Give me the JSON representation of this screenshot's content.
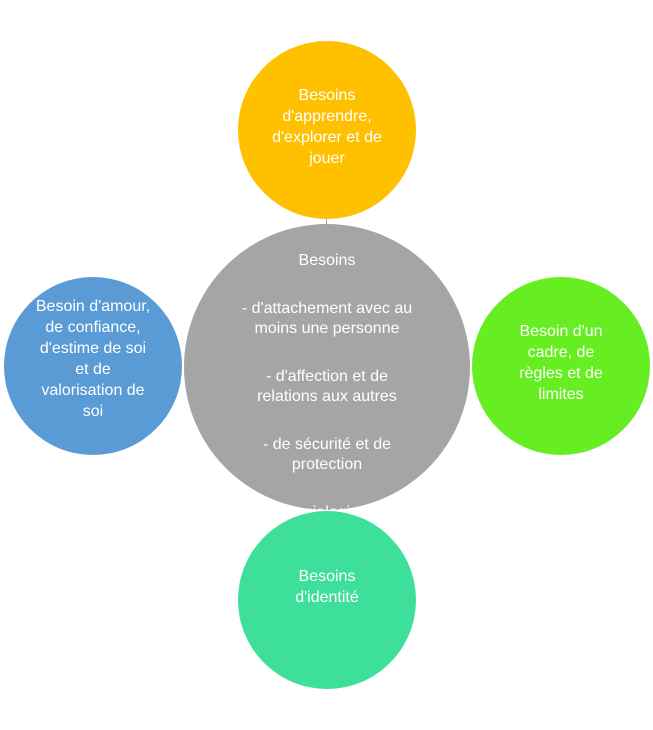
{
  "colors": {
    "top": "#FFC000",
    "center": "#A5A5A5",
    "left": "#5B9BD5",
    "right": "#66EE22",
    "bottom": "#3DDF9A",
    "text": "#FFFFFF"
  },
  "top": {
    "text": "Besoins\nd'apprendre,\nd'explorer et de\njouer"
  },
  "center": {
    "title": "Besoins",
    "items": [
      "- d'attachement avec au\nmoins une personne",
      "- d'affection et de\nrelations aux autres",
      "- de sécurité et de\nprotection",
      "- physiologiques\n(alimentation, boisson,\nsommeil, hygiène et\nsoins)"
    ]
  },
  "left": {
    "text": "Besoin d'amour,\nde confiance,\nd'estime de soi\net de\nvalorisation de\nsoi"
  },
  "right": {
    "text": "Besoin d'un\ncadre, de\nrègles et de\nlimites"
  },
  "bottom": {
    "text": "Besoins\nd'identité"
  }
}
